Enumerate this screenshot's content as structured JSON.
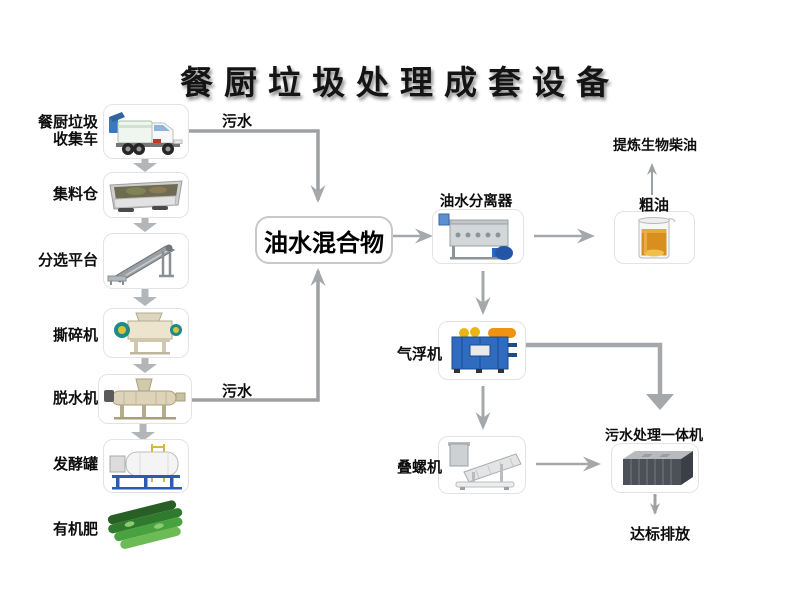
{
  "title": "餐厨垃圾处理成套设备",
  "nodes": {
    "truck": {
      "label1": "餐厨垃圾",
      "label2": "收集车"
    },
    "bin": {
      "label": "集料仓"
    },
    "sorting": {
      "label": "分选平台"
    },
    "shredder": {
      "label": "撕碎机"
    },
    "dewater": {
      "label": "脱水机"
    },
    "fermenter": {
      "label": "发酵罐"
    },
    "organic": {
      "label": "有机肥"
    },
    "mixture": {
      "label": "油水混合物"
    },
    "separator": {
      "label": "油水分离器"
    },
    "crude_oil": {
      "label": "粗油"
    },
    "biodiesel": {
      "label": "提炼生物柴油"
    },
    "flotation": {
      "label": "气浮机"
    },
    "screw_press": {
      "label": "叠螺机"
    },
    "treatment": {
      "label": "污水处理一体机"
    },
    "discharge": {
      "label": "达标排放"
    }
  },
  "edge_labels": {
    "truck_wastewater": "污水",
    "dewater_wastewater": "污水"
  },
  "colors": {
    "arrow_gray": "#a4a8ab",
    "line_gray": "#9da1a4",
    "oil_amber": "#d98f1f",
    "machine_blue": "#2f6cc0",
    "organic_green": "#47a23f"
  }
}
